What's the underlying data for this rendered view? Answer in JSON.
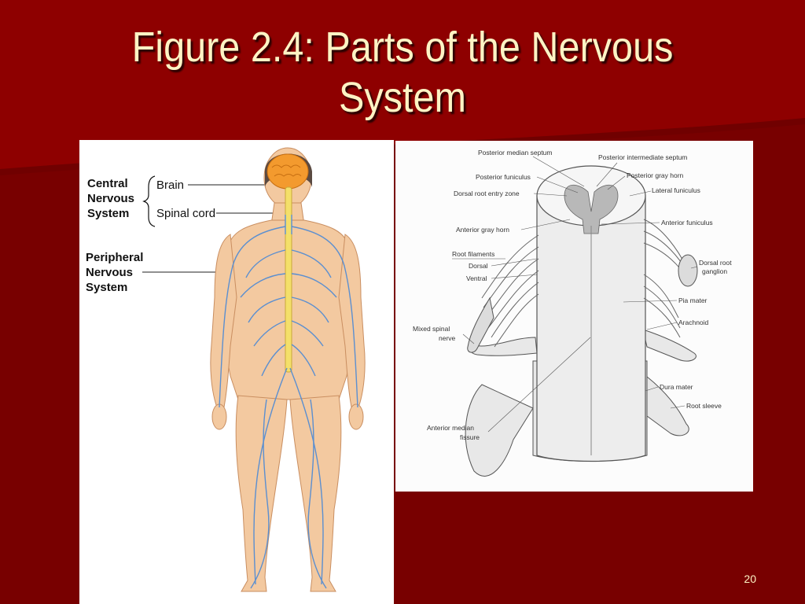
{
  "slide": {
    "title_line1": "Figure 2.4: Parts of the Nervous",
    "title_line2": "System",
    "page_number": "20",
    "colors": {
      "background": "#7a0000",
      "title": "#fdf3c4",
      "accent_top": "#900000"
    }
  },
  "body_figure": {
    "central_label_1": "Central",
    "central_label_2": "Nervous",
    "central_label_3": "System",
    "brain_label": "Brain",
    "spinal_cord_label": "Spinal cord",
    "peripheral_label_1": "Peripheral",
    "peripheral_label_2": "Nervous",
    "peripheral_label_3": "System",
    "colors": {
      "skin": "#f3c9a0",
      "nerve": "#5b8fd0",
      "brain": "#f39a2e",
      "cord": "#f4df6a"
    }
  },
  "spinal_cord_figure": {
    "posterior_median_septum": "Posterior median septum",
    "posterior_intermediate_septum": "Posterior intermediate septum",
    "posterior_funiculus": "Posterior funiculus",
    "posterior_gray_horn": "Posterior gray horn",
    "dorsal_root_entry_zone": "Dorsal root entry zone",
    "lateral_funiculus": "Lateral funiculus",
    "anterior_funiculus": "Anterior funiculus",
    "anterior_gray_horn": "Anterior gray horn",
    "root_filaments": "Root filaments",
    "dorsal": "Dorsal",
    "ventral": "Ventral",
    "dorsal_root_ganglion_1": "Dorsal root",
    "dorsal_root_ganglion_2": "ganglion",
    "pia_mater": "Pia mater",
    "arachnoid": "Arachnoid",
    "mixed_spinal_nerve_1": "Mixed spinal",
    "mixed_spinal_nerve_2": "nerve",
    "dura_mater": "Dura mater",
    "root_sleeve": "Root sleeve",
    "anterior_median_fissure_1": "Anterior median",
    "anterior_median_fissure_2": "fissure"
  }
}
